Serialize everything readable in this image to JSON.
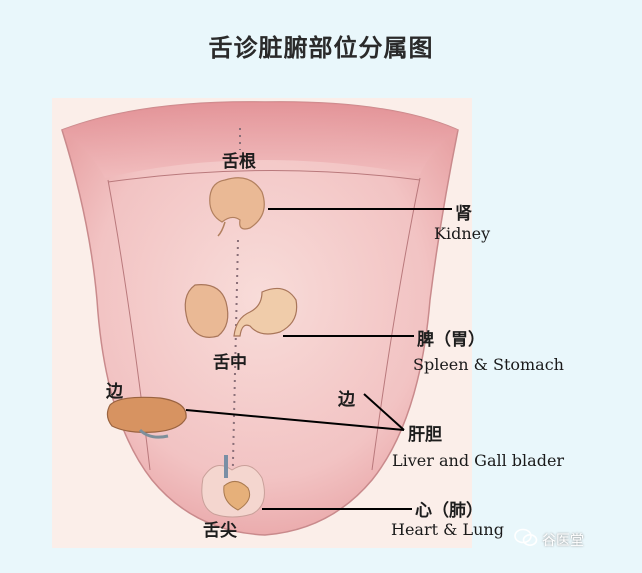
{
  "title": "舌诊脏腑部位分属图",
  "tongue_labels": {
    "root": "舌根",
    "middle": "舌中",
    "edge_left": "边",
    "edge_right": "边",
    "tip": "舌尖"
  },
  "organ_labels": {
    "kidney_zh": "肾",
    "kidney_en": "Kidney",
    "spleen_zh": "脾（胃）",
    "spleen_en": "Spleen & Stomach",
    "liver_zh": "肝胆",
    "liver_en": "Liver and Gall blader",
    "heart_zh": "心（肺）",
    "heart_en": "Heart & Lung"
  },
  "watermark": {
    "text": "谷医堂",
    "icon": "wechat-icon"
  },
  "colors": {
    "background": "#e9f7fb",
    "panel": "#fbeee9",
    "tongue_edge": "#e8a3a5",
    "tongue_body": "#f4c9c9",
    "tongue_center": "#f8dcd9",
    "organ": "#e9b793",
    "line": "#000000"
  }
}
